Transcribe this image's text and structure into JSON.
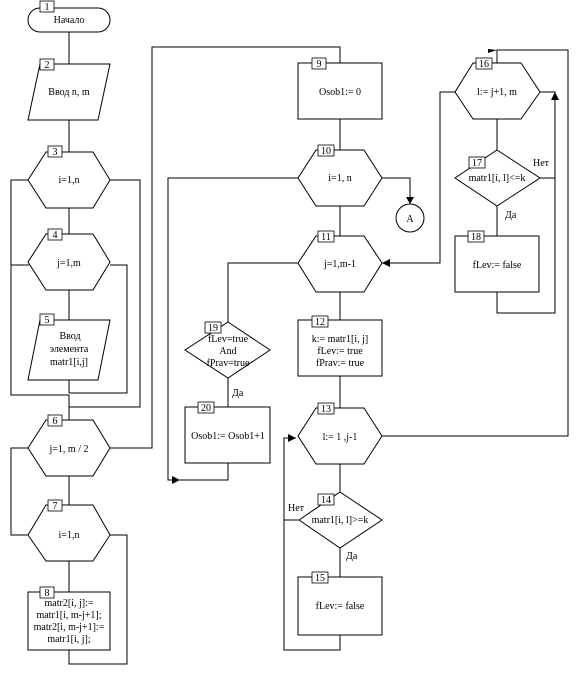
{
  "blocks": {
    "b1": {
      "num": "1",
      "lines": [
        "Начало"
      ]
    },
    "b2": {
      "num": "2",
      "lines": [
        "Ввод n, m"
      ]
    },
    "b3": {
      "num": "3",
      "lines": [
        "i=1,n"
      ]
    },
    "b4": {
      "num": "4",
      "lines": [
        "j=1,m"
      ]
    },
    "b5": {
      "num": "5",
      "lines": [
        "Ввод",
        "элемента",
        "matr1[i,j]"
      ]
    },
    "b6": {
      "num": "6",
      "lines": [
        "j=1, m / 2"
      ]
    },
    "b7": {
      "num": "7",
      "lines": [
        "i=1,n"
      ]
    },
    "b8": {
      "num": "8",
      "lines": [
        "matr2[i, j]:=",
        "matr1[i, m-j+1];",
        "matr2[i, m-j+1]:=",
        "matr1[i, j];"
      ]
    },
    "b9": {
      "num": "9",
      "lines": [
        "Osob1:= 0"
      ]
    },
    "b10": {
      "num": "10",
      "lines": [
        "i=1, n"
      ]
    },
    "b11": {
      "num": "11",
      "lines": [
        "j=1,m-1"
      ]
    },
    "b12": {
      "num": "12",
      "lines": [
        "k:= matr1[i, j]",
        "fLev:= true",
        "fPrav:= true"
      ]
    },
    "b13": {
      "num": "13",
      "lines": [
        "l:= 1 ,j-1"
      ]
    },
    "b14": {
      "num": "14",
      "lines": [
        "matr1[i, l]>=k"
      ]
    },
    "b15": {
      "num": "15",
      "lines": [
        "fLev:= false"
      ]
    },
    "b16": {
      "num": "16",
      "lines": [
        "l:= j+1, m"
      ]
    },
    "b17": {
      "num": "17",
      "lines": [
        "matr1[i, l]<=k"
      ]
    },
    "b18": {
      "num": "18",
      "lines": [
        "fLev:= false"
      ]
    },
    "b19": {
      "num": "19",
      "lines": [
        "fLev=true",
        "And",
        "fPrav=true"
      ]
    },
    "b20": {
      "num": "20",
      "lines": [
        "Osob1:= Osob1+1"
      ]
    }
  },
  "connector": {
    "label": "A"
  },
  "branch_labels": {
    "b14_yes": "Да",
    "b14_no": "Нет",
    "b17_yes": "Да",
    "b17_no": "Нет",
    "b19_yes": "Да"
  }
}
